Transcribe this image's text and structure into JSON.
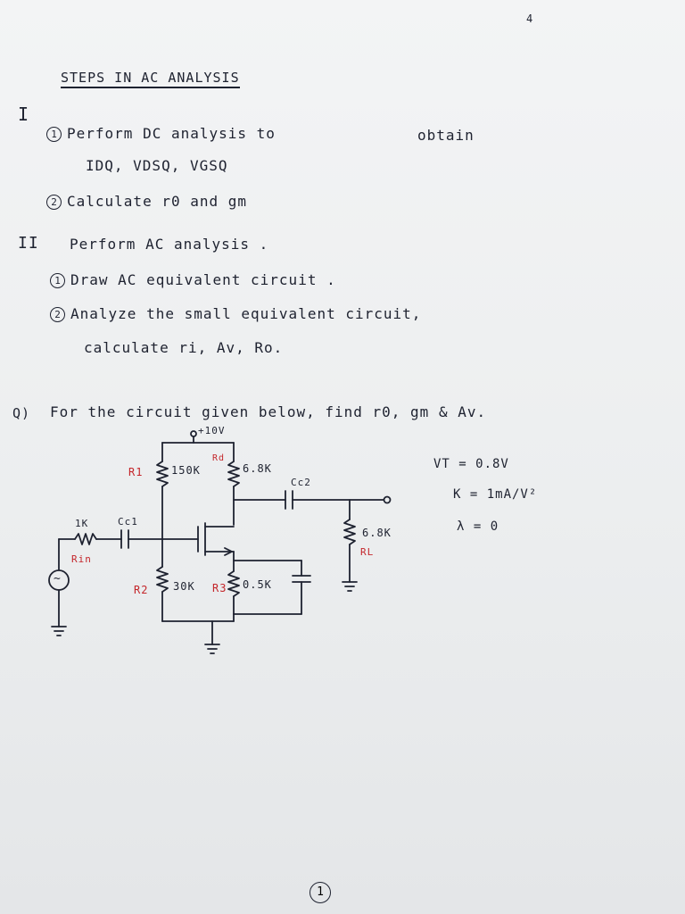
{
  "corner_mark": "4",
  "heading": "STEPS IN AC ANALYSIS",
  "section_1": {
    "numeral": "I",
    "item1_num": "1",
    "item1_line1": "Perform DC analysis to",
    "item1_line1_end": "obtain",
    "item1_line2": "IDQ, VDSQ, VGSQ",
    "item2_num": "2",
    "item2_text": "Calculate r0 and gm"
  },
  "section_2": {
    "numeral": "II",
    "title": "Perform AC analysis .",
    "item1_num": "1",
    "item1_text": "Draw AC equivalent circuit .",
    "item2_num": "2",
    "item2_line1": "Analyze the small equivalent circuit,",
    "item2_line2": "calculate ri, Av, Ro."
  },
  "question": {
    "label": "Q)",
    "text": "For the circuit given below, find r0, gm & Av."
  },
  "circuit": {
    "supply": "+10V",
    "r1_name": "R1",
    "r1_value": "150K",
    "rd_name": "Rd",
    "rd_value": "6.8K",
    "cc2": "Cc2",
    "cc1": "Cc1",
    "rin_value": "1K",
    "rin_name": "Rin",
    "r2_name": "R2",
    "r2_value": "30K",
    "r3_name": "R3",
    "r3_value": "0.5K",
    "rl_value": "6.8K",
    "rl_name": "RL",
    "source_symbol": "~"
  },
  "params": {
    "vt": "VT = 0.8V",
    "k": "K = 1mA/V²",
    "lambda": "λ = 0"
  },
  "page_number": "1"
}
